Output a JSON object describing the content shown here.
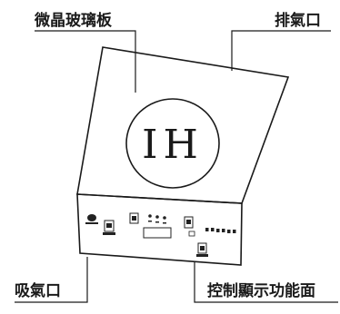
{
  "labels": {
    "glass": "微晶玻璃板",
    "exhaust": "排氣口",
    "intake": "吸氣口",
    "control": "控制顯示功能面"
  },
  "hob": {
    "logo": "IH"
  }
}
